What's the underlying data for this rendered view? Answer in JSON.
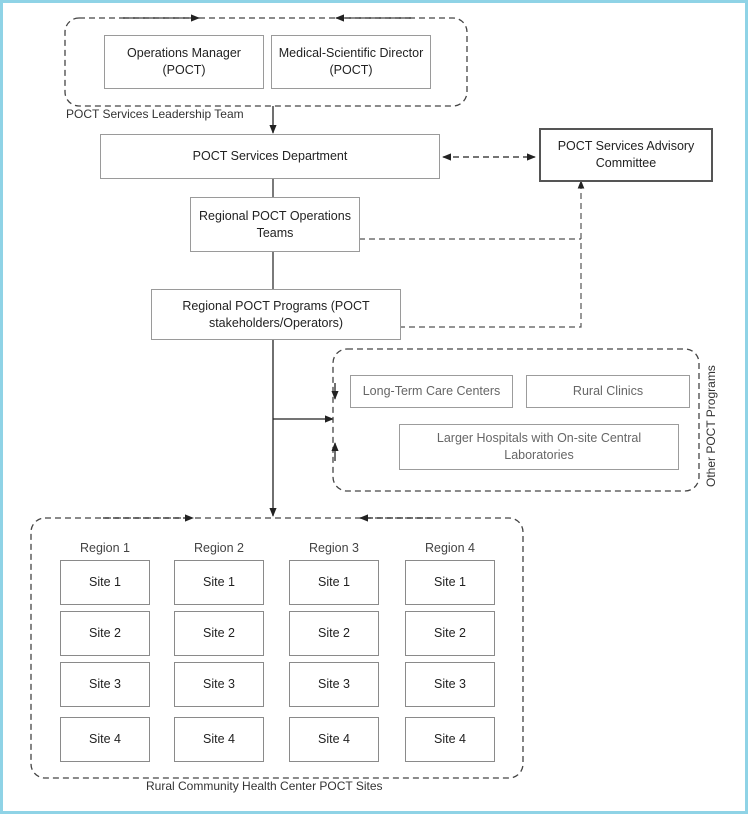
{
  "leadership": {
    "team_label": "POCT Services Leadership Team",
    "operations_manager": "Operations Manager (POCT)",
    "medical_director": "Medical-Scientific Director (POCT)"
  },
  "department": "POCT Services Department",
  "advisory_committee": "POCT Services Advisory Committee",
  "regional_teams": "Regional POCT Operations Teams",
  "regional_programs": "Regional POCT Programs (POCT stakeholders/Operators)",
  "other_programs": {
    "label": "Other POCT Programs",
    "long_term_care": "Long-Term Care Centers",
    "rural_clinics": "Rural Clinics",
    "larger_hospitals": "Larger Hospitals with On-site Central Laboratories"
  },
  "sites_group": {
    "label": "Rural Community Health Center POCT Sites",
    "regions": [
      {
        "name": "Region 1",
        "sites": [
          "Site 1",
          "Site 2",
          "Site 3",
          "Site 4"
        ]
      },
      {
        "name": "Region 2",
        "sites": [
          "Site 1",
          "Site 2",
          "Site 3",
          "Site 4"
        ]
      },
      {
        "name": "Region 3",
        "sites": [
          "Site 1",
          "Site 2",
          "Site 3",
          "Site 4"
        ]
      },
      {
        "name": "Region 4",
        "sites": [
          "Site 1",
          "Site 2",
          "Site 3",
          "Site 4"
        ]
      }
    ]
  }
}
